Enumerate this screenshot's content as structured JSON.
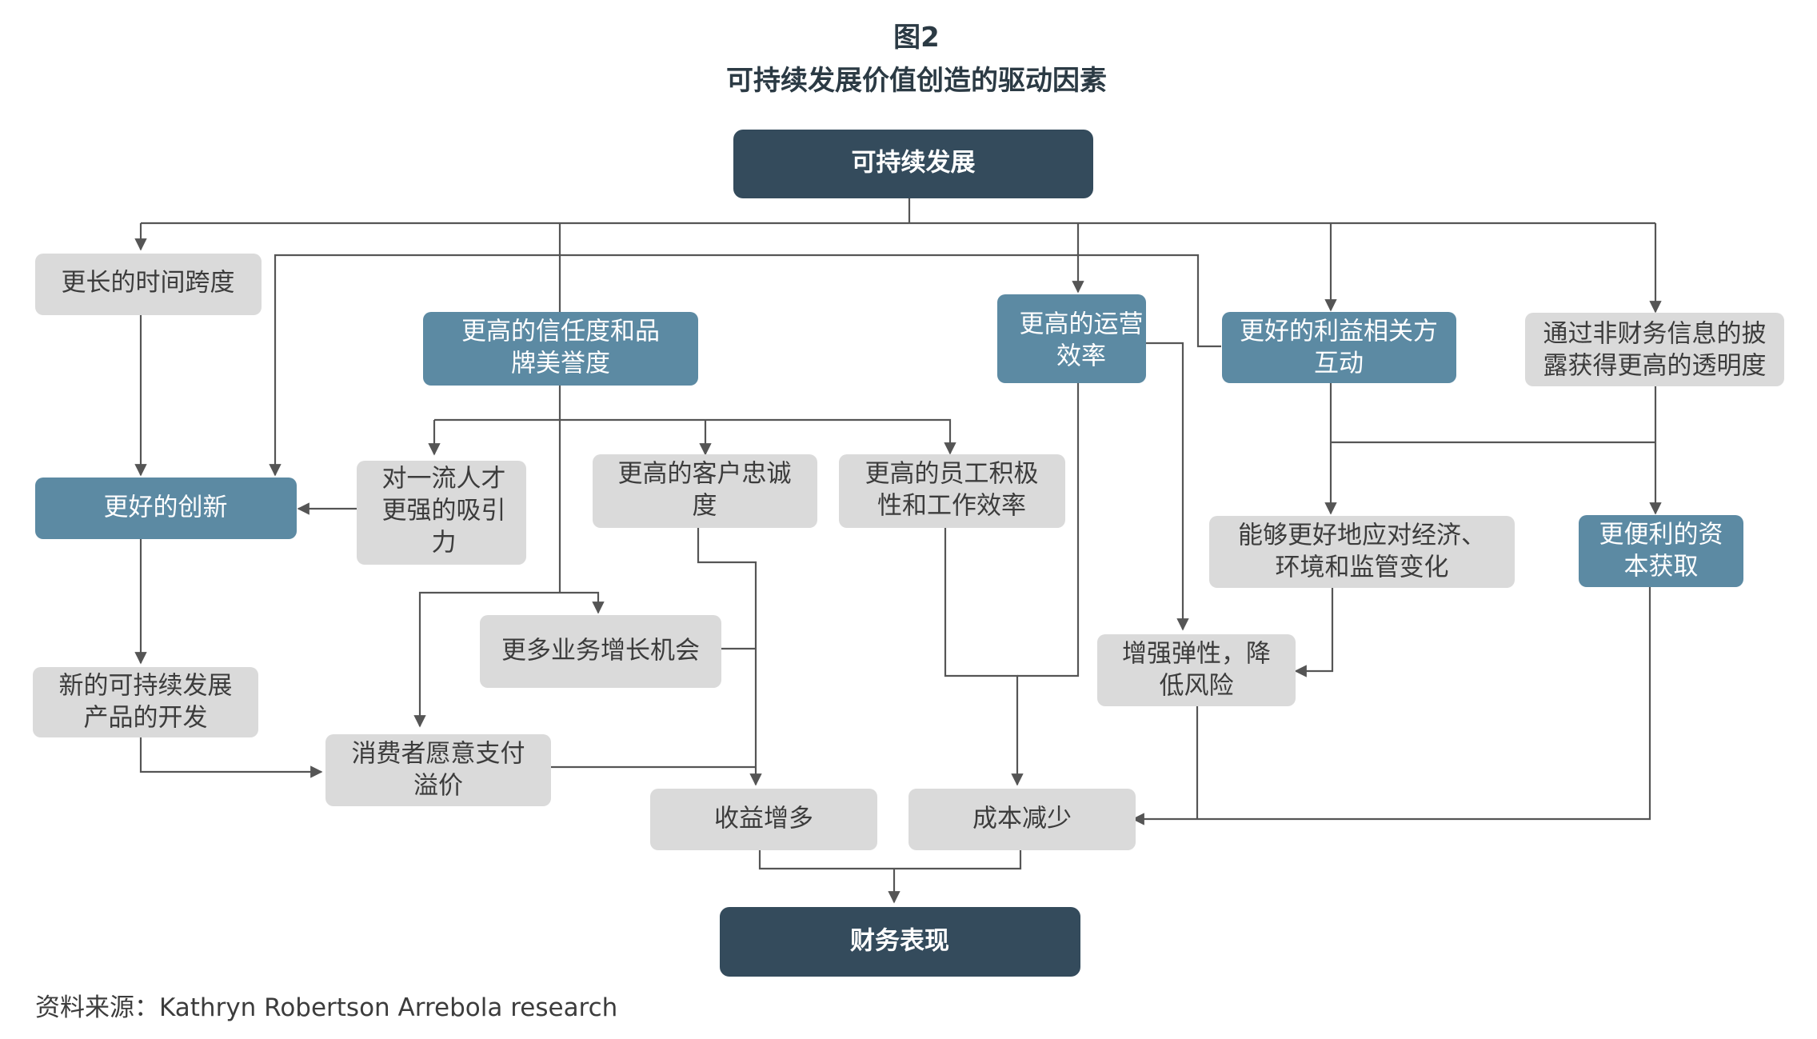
{
  "figure": {
    "label": "图2",
    "title": "可持续发展价值创造的驱动因素"
  },
  "nodes": {
    "sustainable_development": "可持续发展",
    "longer_horizon": "更长的时间跨度",
    "trust_brand": [
      "更高的信任度和品",
      "牌美誉度"
    ],
    "operational_efficiency": [
      "更高的运营",
      "效率"
    ],
    "stakeholder_interaction": [
      "更好的利益相关方",
      "互动"
    ],
    "transparency": [
      "通过非财务信息的披",
      "露获得更高的透明度"
    ],
    "innovation": "更好的创新",
    "talent": [
      "对一流人才",
      "更强的吸引",
      "力"
    ],
    "customer_loyalty": [
      "更高的客户忠诚",
      "度"
    ],
    "employee_productivity": [
      "更高的员工积极",
      "性和工作效率"
    ],
    "cope_change": [
      "能够更好地应对经济、",
      "环境和监管变化"
    ],
    "capital_access": [
      "更便利的资",
      "本获取"
    ],
    "growth_opportunities": "更多业务增长机会",
    "resilience": [
      "增强弹性，降",
      "低风险"
    ],
    "sustainable_products": [
      "新的可持续发展",
      "产品的开发"
    ],
    "premium": [
      "消费者愿意支付",
      "溢价"
    ],
    "revenue": "收益增多",
    "cost": "成本减少",
    "financial_performance": "财务表现"
  },
  "source": "资料来源：Kathryn Robertson Arrebola research",
  "colors": {
    "dark": "#344b5c",
    "blue": "#5c8aa3",
    "grey": "#dadada",
    "line": "#555555"
  }
}
